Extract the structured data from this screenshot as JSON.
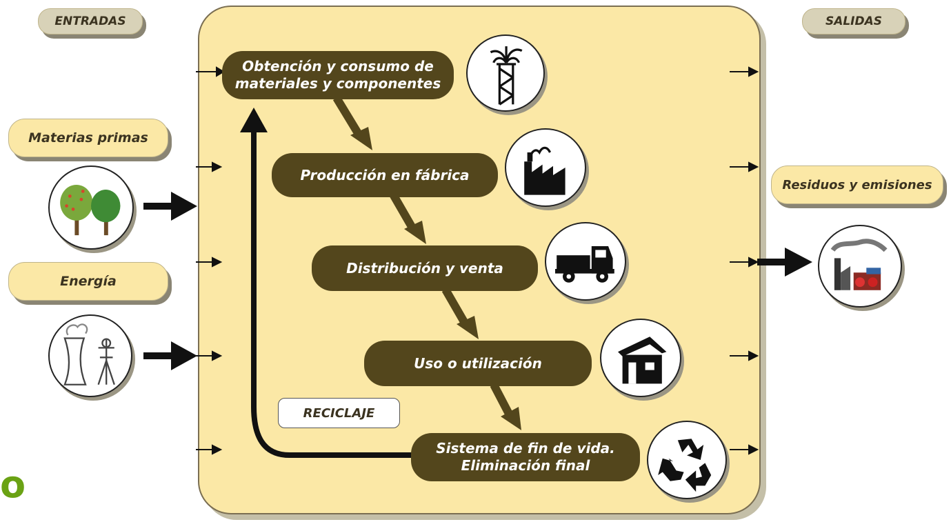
{
  "headers": {
    "inputs": "ENTRADAS",
    "outputs": "SALIDAS"
  },
  "inputs": [
    {
      "label": "Materias primas",
      "icon": "trees-icon"
    },
    {
      "label": "Energía",
      "icon": "power-plant-icon"
    }
  ],
  "stages": [
    {
      "label_line1": "Obtención y consumo de",
      "label_line2": "materiales y componentes",
      "icon": "oil-derrick-icon"
    },
    {
      "label": "Producción en fábrica",
      "icon": "factory-icon"
    },
    {
      "label": "Distribución y venta",
      "icon": "truck-icon"
    },
    {
      "label": "Uso o utilización",
      "icon": "house-icon"
    },
    {
      "label_line1": "Sistema de fin de vida.",
      "label_line2": "Eliminación final",
      "icon": "recycle-icon"
    }
  ],
  "recycle_label": "RECICLAJE",
  "outputs": [
    {
      "label": "Residuos y emisiones",
      "icon": "pollution-icon"
    }
  ],
  "stray_text": "o",
  "colors": {
    "box": "#fbe8a6",
    "stage": "#53461c",
    "arrow": "#53461c",
    "header_tag": "#d8d2b8",
    "stray_text": "#6aa214"
  }
}
